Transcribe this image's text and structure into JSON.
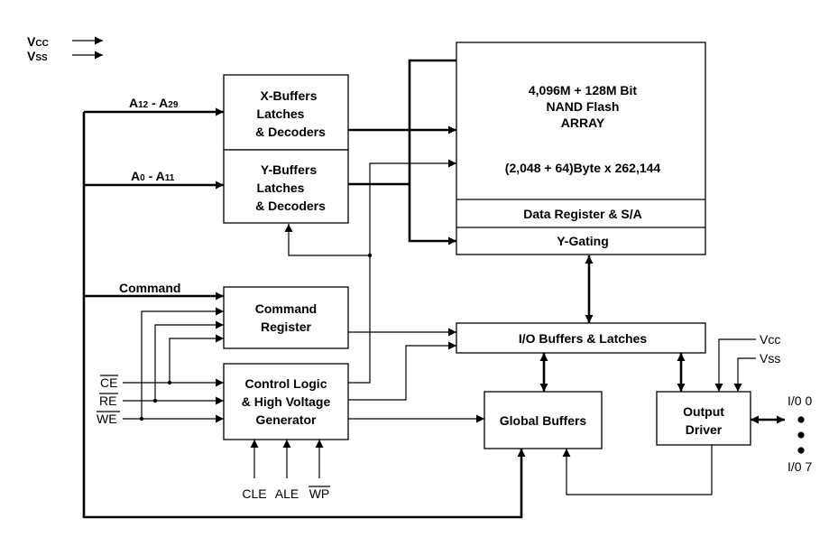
{
  "blocks": {
    "x_buffers": [
      "X-Buffers",
      "Latches",
      "& Decoders"
    ],
    "y_buffers": [
      "Y-Buffers",
      "Latches",
      "& Decoders"
    ],
    "array": [
      "4,096M + 128M Bit",
      "NAND Flash",
      "ARRAY"
    ],
    "array_org": "(2,048 + 64)Byte x 262,144",
    "data_register": "Data Register & S/A",
    "y_gating": "Y-Gating",
    "command_register": [
      "Command",
      "Register"
    ],
    "io_buffers": "I/O Buffers & Latches",
    "control_logic": [
      "Control Logic",
      "& High Voltage",
      "Generator"
    ],
    "global_buffers": "Global Buffers",
    "output_driver": [
      "Output",
      "Driver"
    ]
  },
  "power": {
    "vcc_prefix": "V",
    "vcc_sub": "CC",
    "vss_prefix": "V",
    "vss_sub": "SS",
    "vcc_out": "Vcc",
    "vss_out": "Vss"
  },
  "buses": {
    "a_hi": {
      "prefix": "A",
      "sub1": "12",
      "mid": " - A",
      "sub2": "29"
    },
    "a_lo": {
      "prefix": "A",
      "sub1": "0",
      "mid": " - A",
      "sub2": "11"
    },
    "command": "Command"
  },
  "pins": {
    "ce": "CE",
    "re": "RE",
    "we": "WE",
    "cle": "CLE",
    "ale": "ALE",
    "wp": "WP",
    "io0": "I/0 0",
    "io7": "I/0 7"
  }
}
